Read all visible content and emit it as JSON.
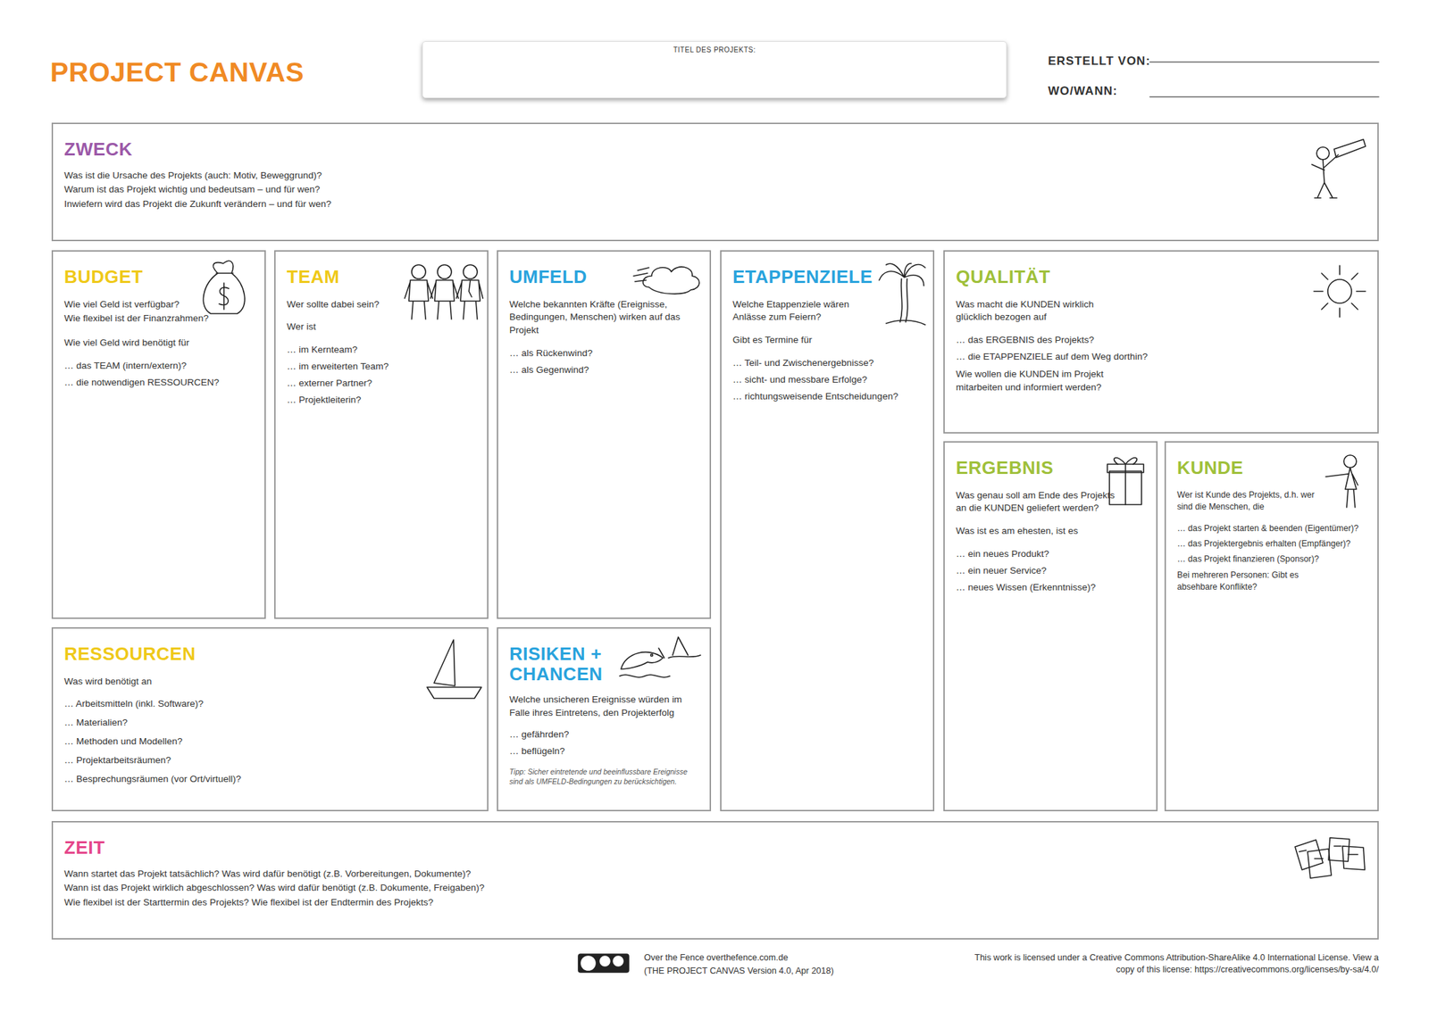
{
  "diagram": {
    "title": "PROJECT CANVAS",
    "nodes": [
      {
        "text": [
          "TITEL DES PROJEKTS:"
        ]
      },
      {
        "text": [
          "ZWECK",
          "Was ist die Ursache des Projekts (auch: Motiv, Beweggrund)?",
          "Warum ist das Projekt wichtig und bedeutsam – und für wen?",
          "Inwiefern wird das Projekt die Zukunft verändern – und für wen?"
        ]
      },
      {
        "text": [
          "BUDGET",
          "Wie viel Geld ist verfügbar?",
          "Wie flexibel ist der Finanzrahmen?",
          "Wie viel Geld wird benötigt für",
          "… das TEAM (intern/extern)?",
          "… die notwendigen RESSOURCEN?"
        ]
      },
      {
        "text": [
          "TEAM",
          "Wer sollte dabei sein?",
          "Wer ist",
          "… im Kernteam?",
          "… im erweiterten Team?",
          "… externer Partner?",
          "… Projektleiterin?"
        ]
      },
      {
        "text": [
          "UMFELD",
          "Welche bekannten Kräfte (Ereignisse, Bedingungen, Menschen) wirken auf das Projekt",
          "… als Rückenwind?",
          "… als Gegenwind?"
        ]
      },
      {
        "text": [
          "ETAPPENZIELE",
          "Welche Etappenziele wären Anlässe zum Feiern?",
          "Gibt es Termine für",
          "… Teil- und Zwischenergebnisse?",
          "… sicht- und messbare Erfolge?",
          "… richtungsweisende Entscheidungen?"
        ]
      },
      {
        "text": [
          "QUALITÄT",
          "Was macht die KUNDEN wirklich glücklich bezogen auf",
          "… das ERGEBNIS des Projekts?",
          "… die ETAPPENZIELE auf dem Weg dorthin?",
          "Wie wollen die KUNDEN im Projekt mitarbeiten und informiert werden?"
        ]
      },
      {
        "text": [
          "ERGEBNIS",
          "Was genau soll am Ende des Projekts an die KUNDEN geliefert werden?",
          "Was ist es am ehesten, ist es",
          "… ein neues Produkt?",
          "… ein neuer Service?",
          "… neues Wissen (Erkenntnisse)?"
        ]
      },
      {
        "text": [
          "KUNDE",
          "Wer ist Kunde des Projekts, d.h. wer sind die Menschen, die",
          "… das Projekt starten & beenden (Eigentümer)?",
          "… das Projektergebnis erhalten (Empfänger)?",
          "… das Projekt finanzieren (Sponsor)?",
          "Bei mehreren Personen: Gibt es absehbare Konflikte?"
        ]
      },
      {
        "text": [
          "RESSOURCEN",
          "Was wird benötigt an",
          "… Arbeitsmitteln (inkl. Software)?",
          "… Materialien?",
          "… Methoden und Modellen?",
          "… Projektarbeitsräumen?",
          "… Besprechungsräumen (vor Ort/virtuell)?"
        ]
      },
      {
        "text": [
          "RISIKEN + CHANCEN",
          "Welche unsicheren Ereignisse würden im Falle ihres Eintretens, den Projekterfolg",
          "… gefährden?",
          "… beflügeln?",
          "Tipp: Sicher eintretende und beeinflussbare Ereignisse sind als UMFELD-Bedingungen zu berücksichtigen."
        ]
      },
      {
        "text": [
          "ZEIT",
          "Wann startet das Projekt tatsächlich? Was wird dafür benötigt (z.B. Vorbereitungen, Dokumente)?",
          "Wann ist das Projekt wirklich abgeschlossen? Was wird dafür benötigt (z.B. Dokumente, Freigaben)?",
          "Wie flexibel ist der Starttermin des Projekts? Wie flexibel ist der Endtermin des Projekts?"
        ]
      }
    ],
    "labels": [
      "ERSTELLT VON:",
      "WO/WANN:",
      "Over the Fence overthefence.com.de",
      "(THE PROJECT CANVAS Version 4.0, Apr 2018)",
      "This work is licensed under a Creative Commons Attribution-ShareAlike 4.0 International License. View a copy of this license: https://creativecommons.org/licenses/by-sa/4.0/"
    ]
  }
}
